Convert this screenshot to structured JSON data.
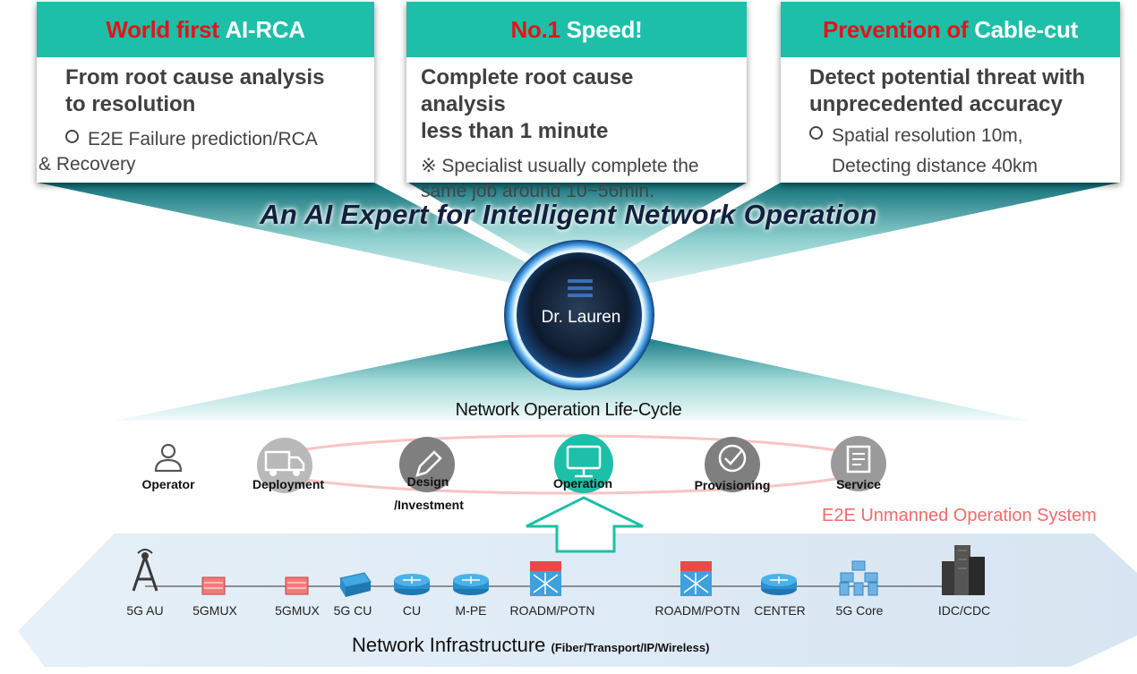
{
  "cards": [
    {
      "head_red": "World first",
      "head_white": "AI-RCA",
      "title_line1": "From root cause analysis",
      "title_line2": "to resolution",
      "desc_line1": "E2E Failure prediction/RCA",
      "desc_line2": "& Recovery"
    },
    {
      "head_red": "No.1",
      "head_white": "Speed!",
      "title_line1": "Complete root cause analysis",
      "title_line2": "less than 1 minute",
      "desc_line1": "※ Specialist usually complete the",
      "desc_line2": "same job around 10~56min."
    },
    {
      "head_red": "Prevention of",
      "head_white": "Cable-cut",
      "title_line1": "Detect potential threat with",
      "title_line2": "unprecedented accuracy",
      "desc_line1": "Spatial resolution 10m,",
      "desc_line2": "Detecting distance 40km"
    }
  ],
  "headline": "An AI Expert for Intelligent Network Operation",
  "orb_label": "Dr. Lauren",
  "lifecycle": {
    "title": "Network Operation Life-Cycle",
    "stages": [
      {
        "label": "Operator",
        "icon": "person-icon"
      },
      {
        "label": "Deployment",
        "icon": "truck-icon"
      },
      {
        "label": "Design",
        "label2": "/Investment",
        "icon": "pencil-icon"
      },
      {
        "label": "Operation",
        "icon": "monitor-icon"
      },
      {
        "label": "Provisioning",
        "icon": "check-icon"
      },
      {
        "label": "Service",
        "icon": "document-icon"
      }
    ],
    "unmanned_label": "E2E Unmanned Operation System"
  },
  "infrastructure": {
    "title": "Network Infrastructure",
    "subtitle": "(Fiber/Transport/IP/Wireless)",
    "nodes": [
      {
        "label": "5G AU",
        "icon": "antenna-tower-icon"
      },
      {
        "label": "5GMUX",
        "icon": "mux-icon"
      },
      {
        "label": "5GMUX",
        "icon": "mux-icon"
      },
      {
        "label": "5G CU",
        "icon": "switch-icon"
      },
      {
        "label": "CU",
        "icon": "router-icon"
      },
      {
        "label": "M-PE",
        "icon": "router-icon"
      },
      {
        "label": "ROADM/POTN",
        "icon": "roadm-icon"
      },
      {
        "label": "ROADM/POTN",
        "icon": "roadm-icon"
      },
      {
        "label": "CENTER",
        "icon": "router-icon"
      },
      {
        "label": "5G Core",
        "icon": "server-cluster-icon"
      },
      {
        "label": "IDC/CDC",
        "icon": "datacenter-icon"
      }
    ]
  },
  "colors": {
    "accent": "#1dbfa8",
    "highlight_red": "#e3141a",
    "unmanned_text": "#f26b6b",
    "headline": "#12213d"
  }
}
